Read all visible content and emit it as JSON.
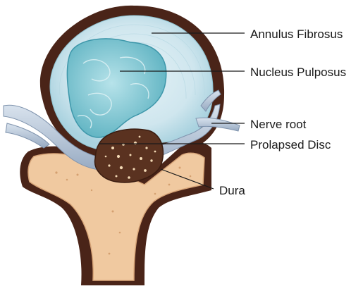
{
  "labels": {
    "annulus_fibrosus": "Annulus Fibrosus",
    "nucleus_pulposus": "Nucleus Pulposus",
    "nerve_root": "Nerve root",
    "prolapsed_disc": "Prolapsed Disc",
    "dura": "Dura"
  },
  "colors": {
    "annulus": "#cfe6ee",
    "nucleus": "#7cc3cf",
    "bone_dark": "#4a2418",
    "bone_light": "#f0c9a0",
    "nerve": "#b7c6d8",
    "prolapsed_disc": "#5a3220",
    "leader_line": "#1a1a1a"
  }
}
